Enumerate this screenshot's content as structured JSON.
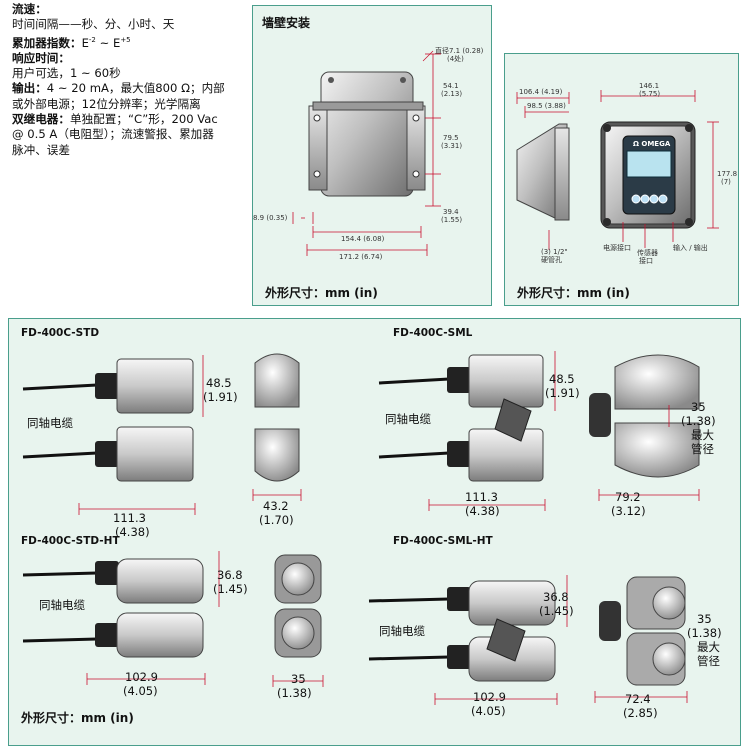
{
  "specs": {
    "flow_label": "流速：",
    "interval_text": "时间间隔——秒、分、小时、天",
    "totalizer_label": "累加器指数：",
    "totalizer_value": "E",
    "totalizer_exp1": "-2",
    "totalizer_sep": " ~ E",
    "totalizer_exp2": "+5",
    "response_label": "响应时间：",
    "response_value": "用户可选，1 ~ 60秒",
    "output_label": "输出：",
    "output_value": "4 ~ 20 mA，最大值800 Ω；内部",
    "output_line2": "或外部电源；12位分辨率；光学隔离",
    "relay_label": "双继电器：",
    "relay_value": "单独配置；“C”形，200 Vac",
    "relay_line2": "@ 0.5 A（电阻型）；流速警报、累加器",
    "relay_line3": "脉冲、误差"
  },
  "wall_panel": {
    "title": "墙壁安装",
    "caption": "外形尺寸：mm (in)",
    "dims": {
      "d1": "直径7.1 (0.28)",
      "d1b": "(4处)",
      "d2": "54.1",
      "d2b": "(2.13)",
      "d3": "79.5",
      "d3b": "(3.31)",
      "d4": "39.4",
      "d4b": "(1.55)",
      "d5": "8.9 (0.35)",
      "d6": "154.4 (6.08)",
      "d7": "171.2 (6.74)"
    }
  },
  "front_panel": {
    "caption": "外形尺寸：mm (in)",
    "brand": "OMEGA",
    "dims": {
      "d1": "106.4 (4.19)",
      "d2": "98.5 (3.88)",
      "d3": "146.1",
      "d3b": "(5.75)",
      "d4": "177.8",
      "d4b": "(7)",
      "d5": "(3) 1/2\"",
      "d5b": "硬管孔",
      "d6": "电源接口",
      "d7": "传感器",
      "d7b": "接口",
      "d8": "输入 / 输出"
    }
  },
  "sensors": {
    "caption": "外形尺寸：mm (in)",
    "std": {
      "model": "FD-400C-STD",
      "cable": "同轴电缆",
      "h": "48.5",
      "hin": "(1.91)",
      "w": "111.3",
      "win": "(4.38)",
      "d": "43.2",
      "din": "(1.70)"
    },
    "sml": {
      "model": "FD-400C-SML",
      "cable": "同轴电缆",
      "h": "48.5",
      "hin": "(1.91)",
      "w": "111.3",
      "win": "(4.38)",
      "d": "79.2",
      "din": "(3.12)",
      "pipe": "35",
      "pipein": "(1.38)",
      "pipelbl1": "最大",
      "pipelbl2": "管径"
    },
    "stdht": {
      "model": "FD-400C-STD-HT",
      "cable": "同轴电缆",
      "h": "36.8",
      "hin": "(1.45)",
      "w": "102.9",
      "win": "(4.05)",
      "d": "35",
      "din": "(1.38)"
    },
    "smlht": {
      "model": "FD-400C-SML-HT",
      "cable": "同轴电缆",
      "h": "36.8",
      "hin": "(1.45)",
      "w": "102.9",
      "win": "(4.05)",
      "d": "72.4",
      "din": "(2.85)",
      "pipe": "35",
      "pipein": "(1.38)",
      "pipelbl1": "最大",
      "pipelbl2": "管径"
    }
  },
  "colors": {
    "panel_bg": "#e8f4ee",
    "panel_border": "#4a9e8c",
    "dim_red": "#c8102e",
    "screen": "#b9e3ef"
  }
}
